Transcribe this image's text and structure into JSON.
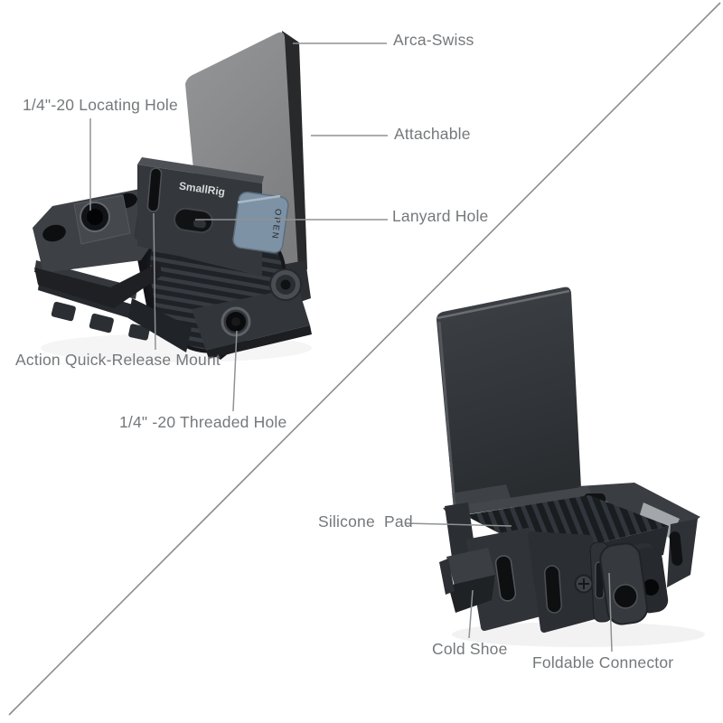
{
  "product": {
    "brand_label": "SmallRig",
    "latch_label": "OPEN"
  },
  "labels": {
    "locating_hole": "1/4\"-20 Locating Hole",
    "arca_swiss": "Arca-Swiss",
    "attachable": "Attachable",
    "lanyard_hole": "Lanyard Hole",
    "action_mount": "Action Quick-Release Mount",
    "threaded_hole": "1/4\" -20 Threaded Hole",
    "silicone_pad": "Silicone  Pad",
    "cold_shoe": "Cold Shoe",
    "foldable_connector": "Foldable Connector"
  },
  "colors": {
    "background": "#ffffff",
    "label_text": "#75787b",
    "leader_line": "#8f9294",
    "divider_line": "#8b8e90",
    "latch_accent": "#7e92a5",
    "body_dark": "#2a2d30",
    "plate_light_gray": "#8e9092",
    "brand_text": "#d7d8da"
  }
}
